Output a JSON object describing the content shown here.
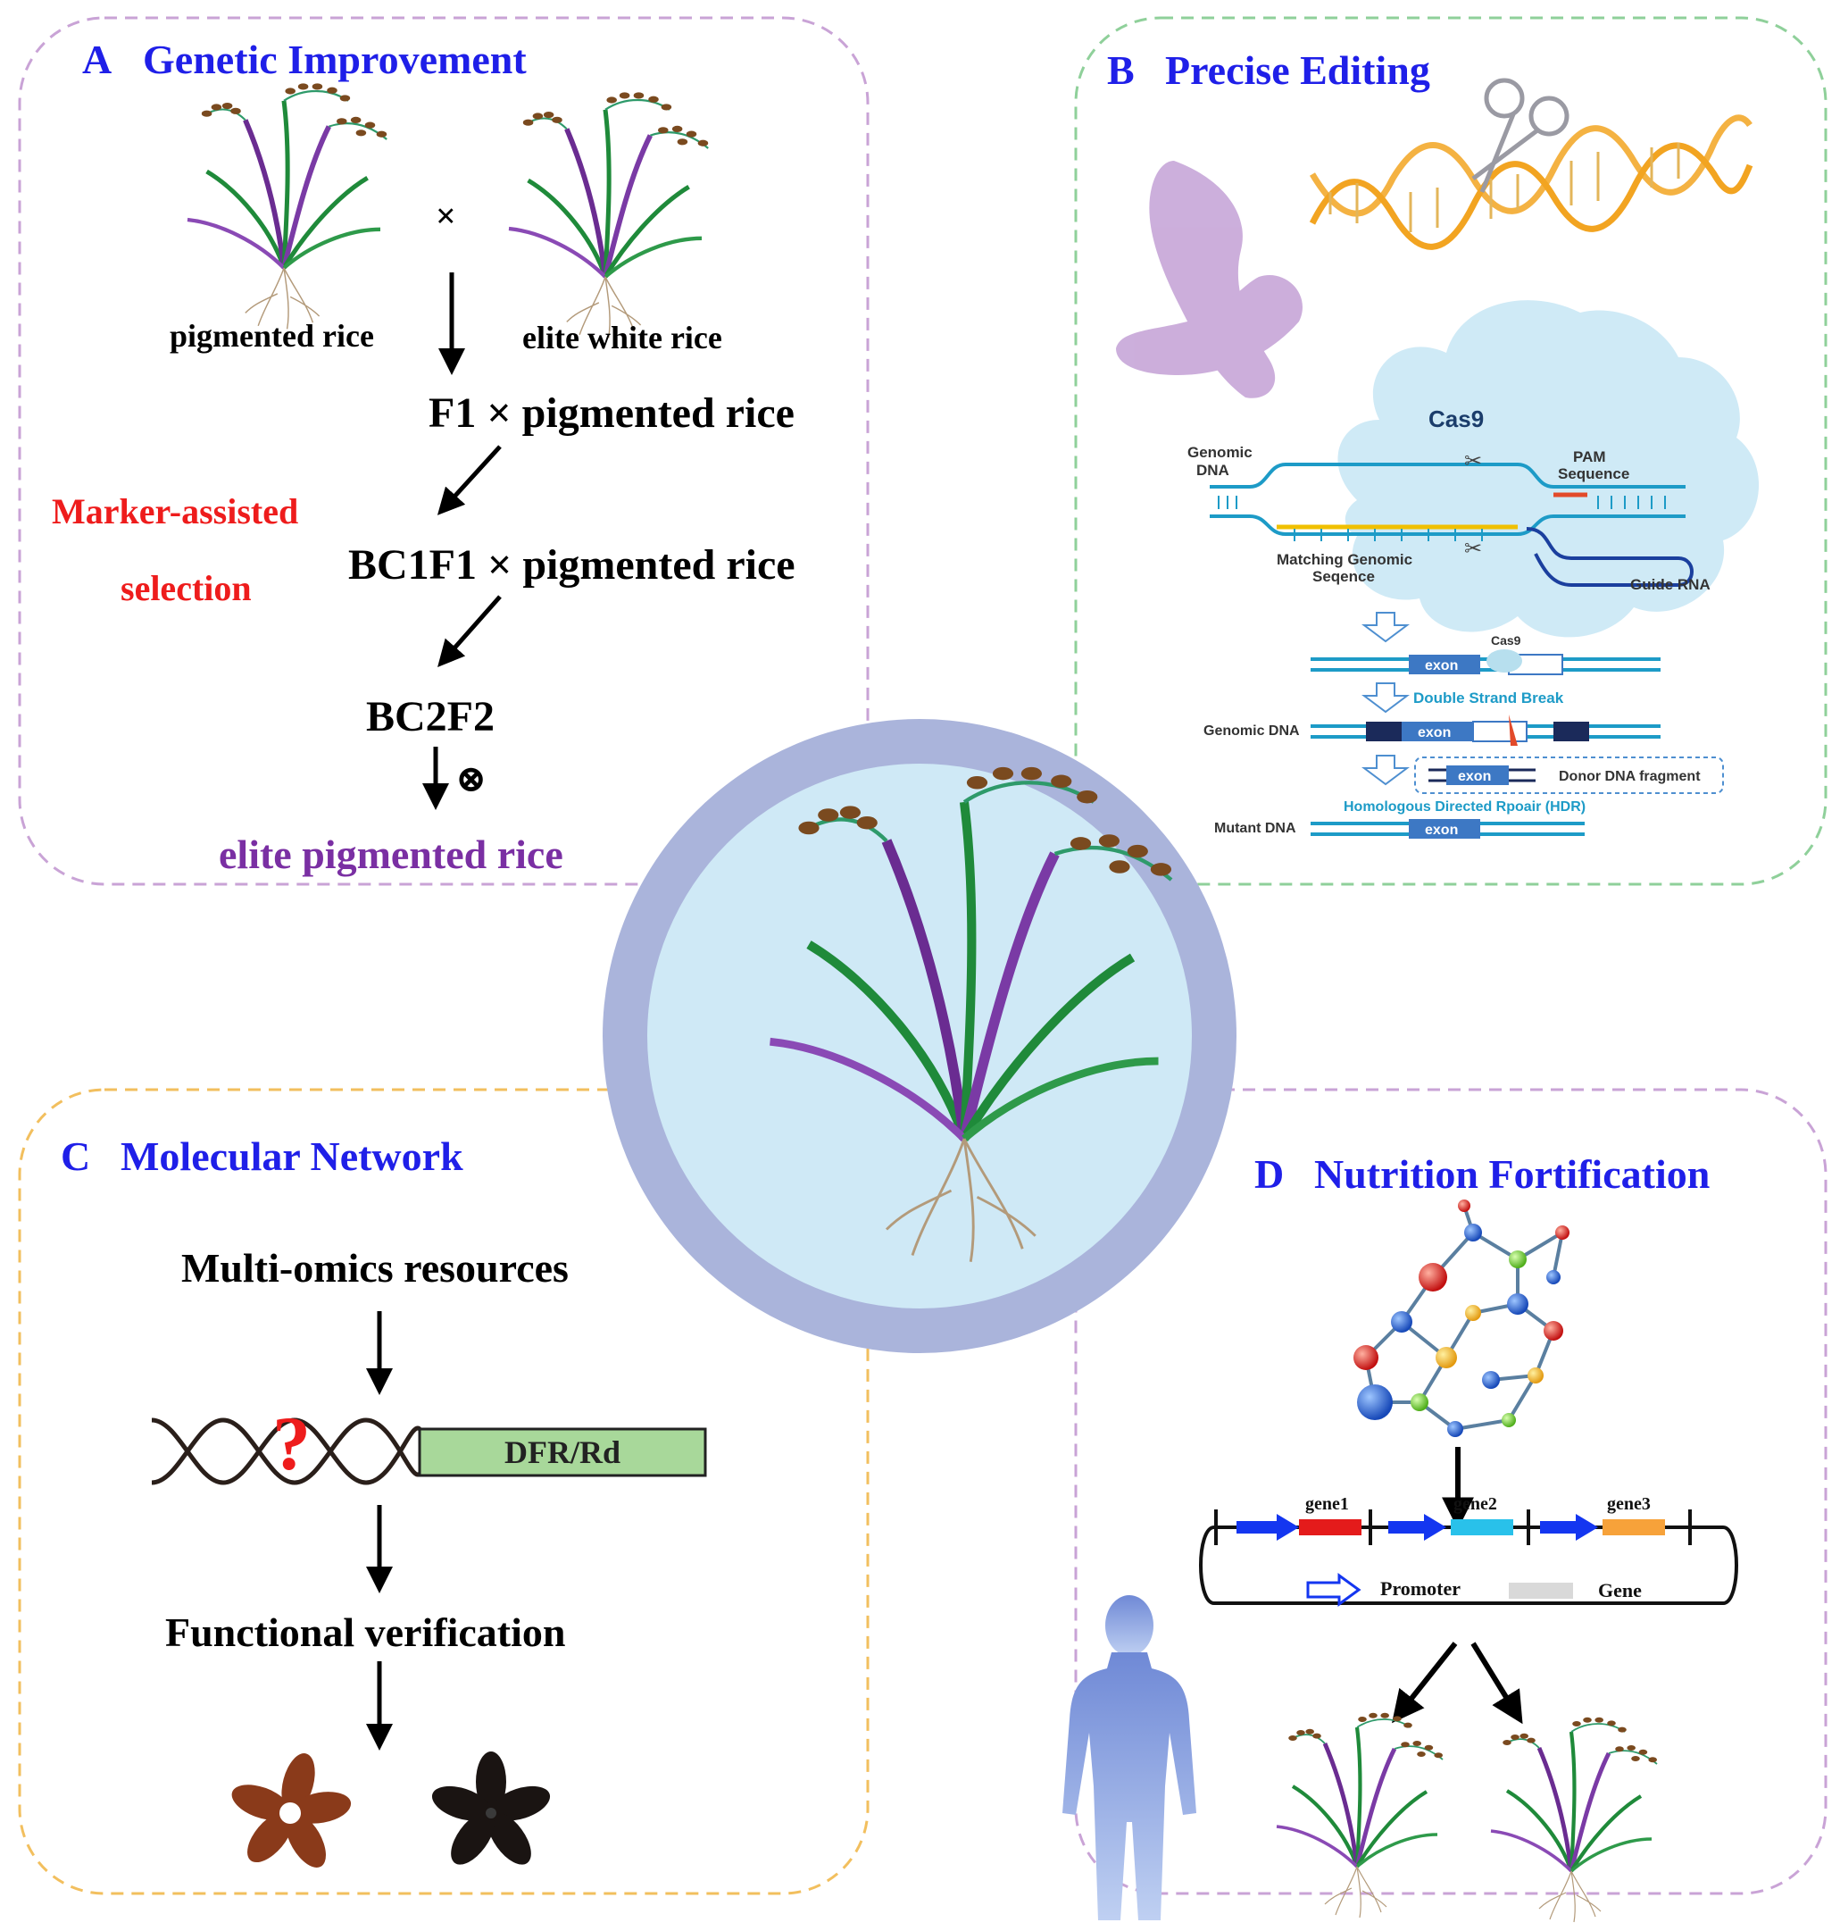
{
  "colors": {
    "panel_a_border": "#c9a3d6",
    "panel_b_border": "#8fd09a",
    "panel_c_border": "#f2bf5e",
    "panel_d_border": "#c9a3d6",
    "panel_title": "#1f1fe8",
    "marker_text": "#ee1c1c",
    "result_text": "#7a2fa3",
    "ring_outer": "#aab4db",
    "ring_inner": "#cfe9f6",
    "dna_blue": "#1d9bc7",
    "cas9_cloud": "#cfeaf6",
    "gene1": "#e41b1b",
    "gene2": "#29c1ea",
    "gene3": "#f7a23a",
    "gene_legend": "#d9d9d9",
    "promoter_arrow": "#1436f0",
    "dfr_box": "#a8d89a"
  },
  "panel_a": {
    "letter": "A",
    "title": "Genetic Improvement",
    "left_plant": "pigmented rice",
    "right_plant": "elite white rice",
    "cross_symbol": "×",
    "step1": "F1 × pigmented rice",
    "step2": "BC1F1 × pigmented rice",
    "step3": "BC2F2",
    "selfing_symbol": "⊗",
    "result": "elite pigmented rice",
    "marker_line1": "Marker-assisted",
    "marker_line2": "selection"
  },
  "panel_b": {
    "letter": "B",
    "title": "Precise Editing",
    "cas9": "Cas9",
    "genomic_dna_label1": "Genomic",
    "genomic_dna_label2": "DNA",
    "pam_label1": "PAM",
    "pam_label2": "Sequence",
    "matching_label1": "Matching Genomic",
    "matching_label2": "Seqence",
    "guide_rna": "Guide RNA",
    "exon": "exon",
    "cas9_small": "Cas9",
    "double_strand_break": "Double Strand Break",
    "genomic_dna": "Genomic DNA",
    "donor_fragment": "Donor DNA fragment",
    "hdr": "Homologous Directed Rpoair (HDR)",
    "mutant_dna": "Mutant DNA"
  },
  "panel_c": {
    "letter": "C",
    "title": "Molecular Network",
    "step1": "Multi-omics resources",
    "question_mark": "?",
    "gene_box": "DFR/Rd",
    "step2": "Functional verification"
  },
  "panel_d": {
    "letter": "D",
    "title": "Nutrition Fortification",
    "gene1": "gene1",
    "gene2": "gene2",
    "gene3": "gene3",
    "legend_promoter": "Promoter",
    "legend_gene": "Gene"
  }
}
